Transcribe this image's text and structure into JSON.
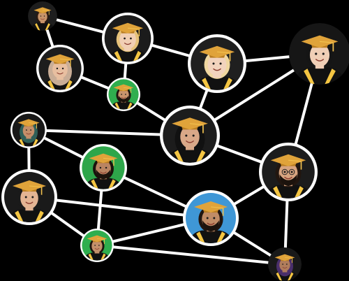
{
  "graph": {
    "colors": {
      "background": "#000000",
      "link": "#ffffff",
      "ring": "#ffffff",
      "cap": "#e0a33a",
      "cap_dark": "#b97d22",
      "tassel": "#f2c14e",
      "stole": "#f4c542"
    },
    "nodes": [
      {
        "id": "graduate-1",
        "backdrop": "#1e1e1e",
        "skin": "#c8946a",
        "hair": "#2a1a12",
        "hijab": "",
        "glasses": false,
        "beard": false,
        "ring": false
      },
      {
        "id": "graduate-2",
        "backdrop": "#1b1b1b",
        "skin": "#f1cfb4",
        "hair": "#e6c27a",
        "hijab": "",
        "glasses": false,
        "beard": false,
        "ring": true
      },
      {
        "id": "graduate-3",
        "backdrop": "#1f1f1f",
        "skin": "#f2d3bd",
        "hair": "#f0d7a0",
        "hijab": "",
        "glasses": false,
        "beard": false,
        "ring": true
      },
      {
        "id": "graduate-4",
        "backdrop": "#161616",
        "skin": "#f0cfb6",
        "hair": "#151515",
        "hijab": "",
        "glasses": false,
        "beard": false,
        "ring": false
      },
      {
        "id": "graduate-5",
        "backdrop": "#1d1d1d",
        "skin": "#e8bfa0",
        "hair": "",
        "hijab": "#c9ad96",
        "glasses": false,
        "beard": false,
        "ring": true
      },
      {
        "id": "graduate-6",
        "backdrop": "#2fae4e",
        "skin": "#c9946d",
        "hair": "#1e140e",
        "hijab": "",
        "glasses": false,
        "beard": true,
        "ring": true
      },
      {
        "id": "graduate-7",
        "backdrop": "#1c1c1c",
        "skin": "#d9a888",
        "hair": "",
        "hijab": "#111111",
        "glasses": false,
        "beard": false,
        "ring": true
      },
      {
        "id": "graduate-8",
        "backdrop": "#181818",
        "skin": "#c48f6a",
        "hair": "",
        "hijab": "#2f5f58",
        "glasses": false,
        "beard": false,
        "ring": true
      },
      {
        "id": "graduate-9",
        "backdrop": "#2ea64a",
        "skin": "#b98462",
        "hair": "#1a120c",
        "hijab": "",
        "glasses": false,
        "beard": true,
        "ring": true
      },
      {
        "id": "graduate-10",
        "backdrop": "#1c1c1c",
        "skin": "#d7a47f",
        "hair": "#22160f",
        "hijab": "",
        "glasses": true,
        "beard": true,
        "ring": true
      },
      {
        "id": "graduate-11",
        "backdrop": "#1a1a1a",
        "skin": "#e3b493",
        "hair": "#1a1a1a",
        "hijab": "",
        "glasses": false,
        "beard": false,
        "ring": true
      },
      {
        "id": "graduate-12",
        "backdrop": "#3f97d6",
        "skin": "#c08c66",
        "hair": "#20150f",
        "hijab": "",
        "glasses": false,
        "beard": true,
        "ring": true
      },
      {
        "id": "graduate-13",
        "backdrop": "#2fae4e",
        "skin": "#c3906b",
        "hair": "#1e140e",
        "hijab": "",
        "glasses": false,
        "beard": false,
        "ring": true
      },
      {
        "id": "graduate-14",
        "backdrop": "#191919",
        "skin": "#b07c5c",
        "hair": "",
        "hijab": "#4a2f6b",
        "glasses": false,
        "beard": false,
        "ring": false
      }
    ],
    "links": [
      [
        "graduate-1",
        "graduate-2"
      ],
      [
        "graduate-1",
        "graduate-5"
      ],
      [
        "graduate-2",
        "graduate-3"
      ],
      [
        "graduate-2",
        "graduate-6"
      ],
      [
        "graduate-3",
        "graduate-4"
      ],
      [
        "graduate-3",
        "graduate-7"
      ],
      [
        "graduate-5",
        "graduate-6"
      ],
      [
        "graduate-6",
        "graduate-7"
      ],
      [
        "graduate-4",
        "graduate-7"
      ],
      [
        "graduate-4",
        "graduate-10"
      ],
      [
        "graduate-8",
        "graduate-7"
      ],
      [
        "graduate-8",
        "graduate-11"
      ],
      [
        "graduate-8",
        "graduate-9"
      ],
      [
        "graduate-7",
        "graduate-10"
      ],
      [
        "graduate-9",
        "graduate-12"
      ],
      [
        "graduate-9",
        "graduate-13"
      ],
      [
        "graduate-11",
        "graduate-13"
      ],
      [
        "graduate-11",
        "graduate-12"
      ],
      [
        "graduate-13",
        "graduate-12"
      ],
      [
        "graduate-13",
        "graduate-14"
      ],
      [
        "graduate-12",
        "graduate-14"
      ],
      [
        "graduate-10",
        "graduate-14"
      ],
      [
        "graduate-10",
        "graduate-12"
      ]
    ]
  }
}
